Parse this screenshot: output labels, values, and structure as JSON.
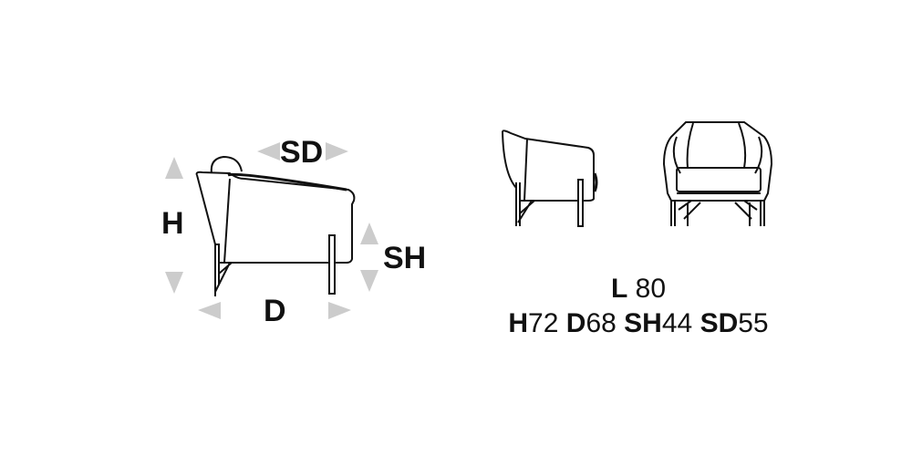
{
  "diagram": {
    "side_view_labels": {
      "seat_depth": "SD",
      "height": "H",
      "seat_height": "SH",
      "depth": "D"
    },
    "arrow_color": "#cccccc",
    "line_color": "#111111",
    "dimensions": {
      "row1": [
        {
          "key": "L",
          "value": " 80"
        }
      ],
      "row2": [
        {
          "key": "H",
          "value": "72"
        },
        {
          "key": "D",
          "value": "68"
        },
        {
          "key": "SH",
          "value": "44"
        },
        {
          "key": "SD",
          "value": "55"
        }
      ]
    }
  }
}
